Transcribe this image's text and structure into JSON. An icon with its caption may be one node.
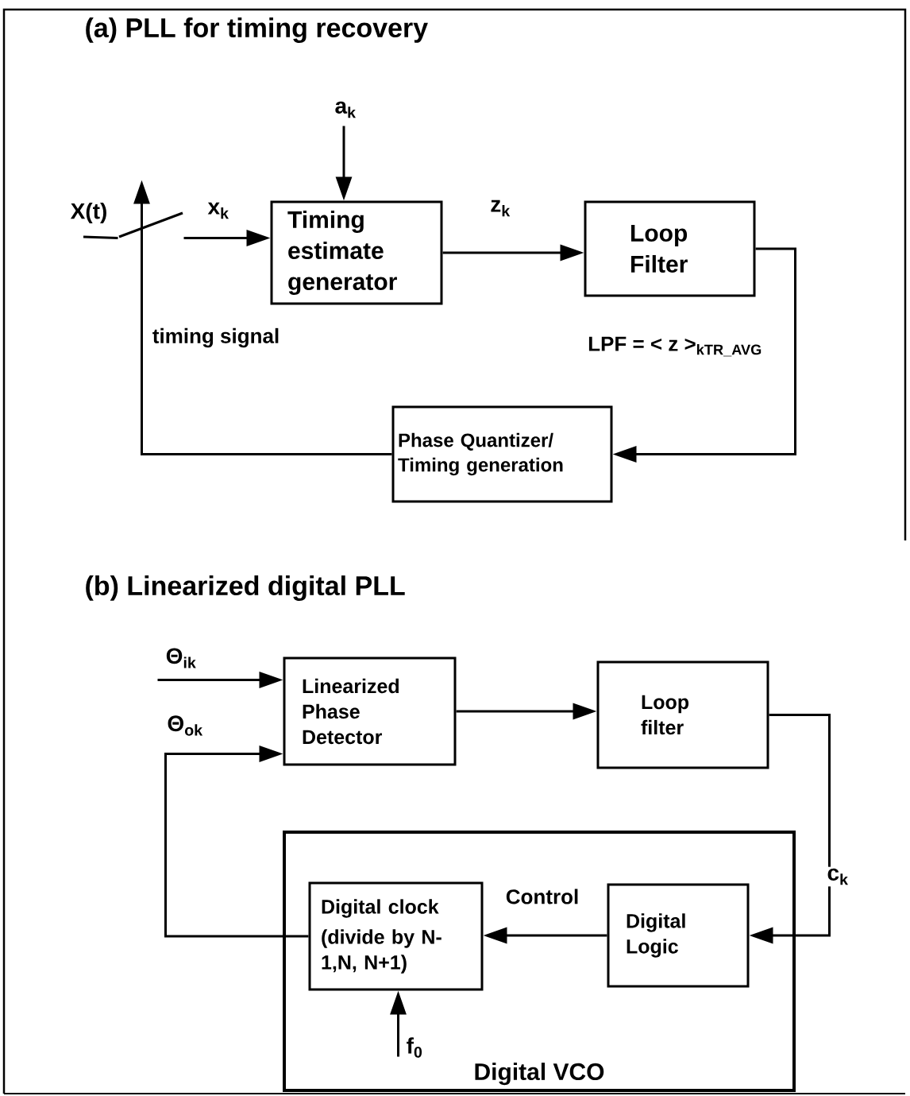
{
  "diagram": {
    "nodes": [
      {
        "text": [],
        "shape": "switch"
      },
      {
        "text": [
          "Timing estimate generator"
        ]
      },
      {
        "text": [
          "Loop Filter"
        ]
      },
      {
        "text": [
          "Phase Quantizer/ Timing generation"
        ]
      },
      {
        "text": [
          "Linearized Phase Detector"
        ]
      },
      {
        "text": [
          "Loop filter"
        ]
      },
      {
        "text": [
          "Digital VCO"
        ]
      },
      {
        "text": [
          "Digital clock",
          "(divide by N-1,N, N+1)"
        ],
        "in": 6
      },
      {
        "text": [
          "Digital Logic"
        ],
        "in": 6
      }
    ],
    "edges": [
      {
        "from": null,
        "to": 0,
        "arrow": "none",
        "label": "X(t)"
      },
      {
        "from": 0,
        "to": 1,
        "arrow": "to",
        "label": "x$_{k}$"
      },
      {
        "from": null,
        "to": 1,
        "arrow": "to",
        "label": "a$_{k}$"
      },
      {
        "from": 1,
        "to": 2,
        "arrow": "to",
        "label": "z$_{k}$"
      },
      {
        "from": 2,
        "to": 3,
        "arrow": "to",
        "label": "LPF = < z >$_{kTR_AVG}$"
      },
      {
        "from": 3,
        "to": 0,
        "arrow": "to",
        "label": "timing signal"
      },
      {
        "from": null,
        "to": 4,
        "arrow": "to",
        "label": "Θ$_{ik}$"
      },
      {
        "from": 7,
        "to": 4,
        "arrow": "to",
        "label": "Θ$_{ok}$"
      },
      {
        "from": 4,
        "to": 5,
        "arrow": "to"
      },
      {
        "from": 5,
        "to": 8,
        "arrow": "to",
        "label": "c$_{k}$"
      },
      {
        "from": 8,
        "to": 7,
        "arrow": "to",
        "label": "Control"
      },
      {
        "from": null,
        "to": 7,
        "arrow": "to",
        "label": "f$_{0}$"
      }
    ],
    "labels": [
      "(a) PLL for timing recovery",
      "(b) Linearized digital PLL"
    ]
  }
}
